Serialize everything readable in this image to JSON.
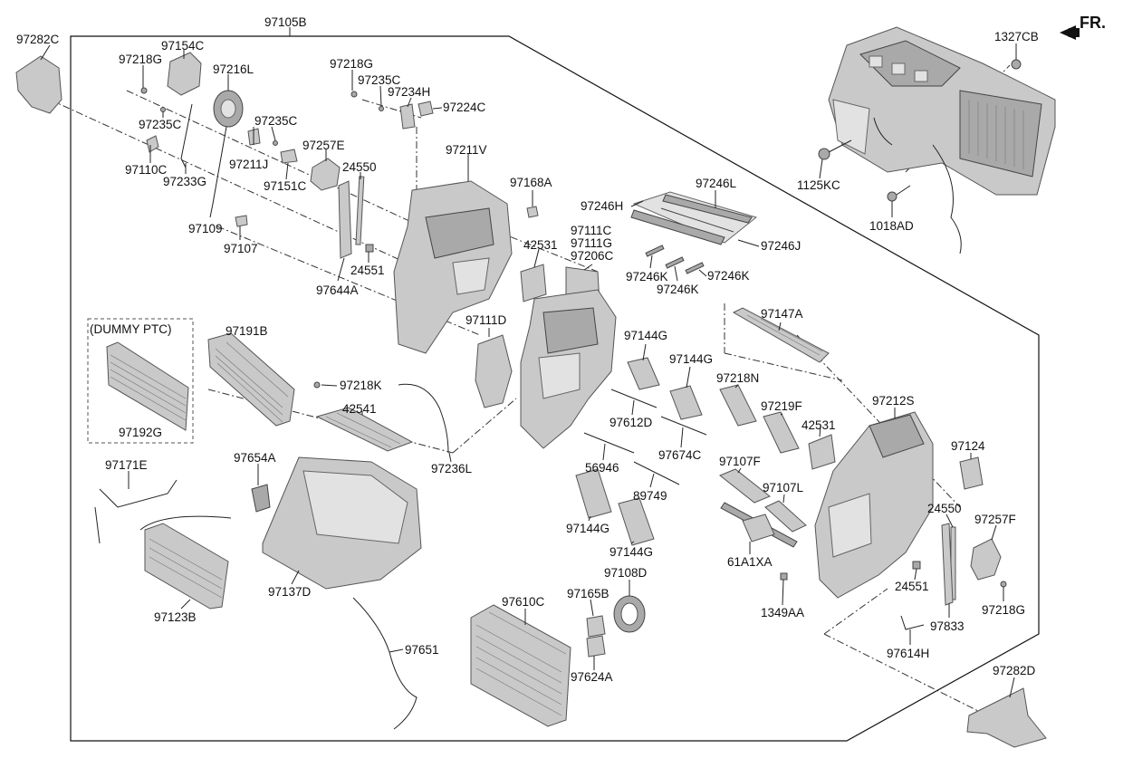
{
  "direction_label": "FR.",
  "dummy_ptc_label": "(DUMMY PTC)",
  "parts": [
    "97105B",
    "97282C",
    "97154C",
    "97218G",
    "97216L",
    "97235C",
    "97110C",
    "97233G",
    "97211J",
    "97235C",
    "97151C",
    "97109",
    "97107",
    "97218G",
    "97235C",
    "97234H",
    "97224C",
    "97257E",
    "24550",
    "97211V",
    "97168A",
    "97644A",
    "24551",
    "42531",
    "97246H",
    "97246L",
    "97111C",
    "97111G",
    "97206C",
    "97246J",
    "97246K",
    "97246K",
    "97246K",
    "97111D",
    "97191B",
    "97192G",
    "97218K",
    "42541",
    "97236L",
    "97147A",
    "97144G",
    "97144G",
    "97218N",
    "97219F",
    "97612D",
    "97674C",
    "56946",
    "89749",
    "97107F",
    "97107L",
    "97144G",
    "97144G",
    "61A1XA",
    "97212S",
    "42531",
    "97124",
    "24550",
    "97257F",
    "24551",
    "1349AA",
    "97833",
    "97218G",
    "97614H",
    "97171E",
    "97654A",
    "97123B",
    "97137D",
    "97651",
    "97108D",
    "97165B",
    "97610C",
    "97624A",
    "1327CB",
    "1125KC",
    "1018AD",
    "97282D"
  ],
  "colors": {
    "line": "#222222",
    "part_fill": "#c9c9c9",
    "part_dark": "#a9a9a9"
  }
}
